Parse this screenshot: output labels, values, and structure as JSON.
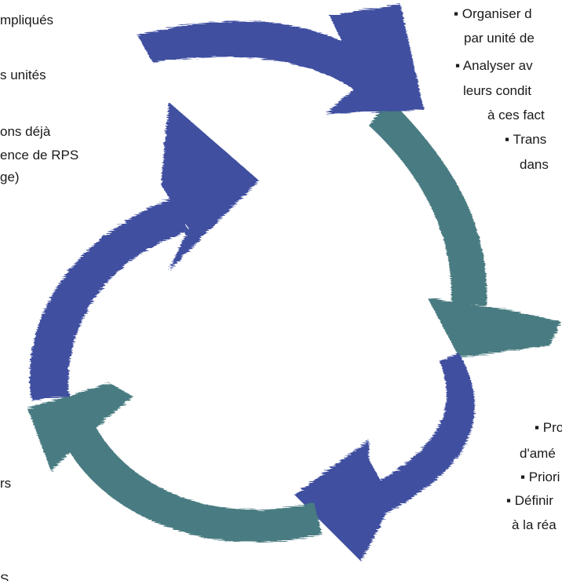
{
  "colors": {
    "blue": "#3f4fa0",
    "teal": "#4a7b82",
    "text": "#1a1a1a"
  },
  "left_block": {
    "line1": "mpliqués",
    "line2": "s unités",
    "line3": "ons déjà",
    "line4": "ence de RPS",
    "line5": "ge)"
  },
  "top_right_block": {
    "line1": "▪ Organiser d",
    "line2": "par unité de",
    "line3": "▪ Analyser av",
    "line4": "leurs condit",
    "line5": "à ces fact",
    "line6": "▪ Trans",
    "line7": "dans"
  },
  "bottom_right_block": {
    "line1": "▪ Pro",
    "line2": "d'amé",
    "line3": "▪ Priori",
    "line4": "▪ Définir",
    "line5": "à la réa"
  },
  "bottom_left_block": {
    "line1": "rs",
    "line2": "S"
  },
  "diagram": {
    "arrows": [
      {
        "name": "top-arrow",
        "color_key": "blue"
      },
      {
        "name": "right-arrow",
        "color_key": "teal"
      },
      {
        "name": "bottom-arrow",
        "color_key": "blue"
      },
      {
        "name": "bottom-left-arrow",
        "color_key": "teal"
      },
      {
        "name": "left-arrow",
        "color_key": "blue"
      }
    ]
  }
}
